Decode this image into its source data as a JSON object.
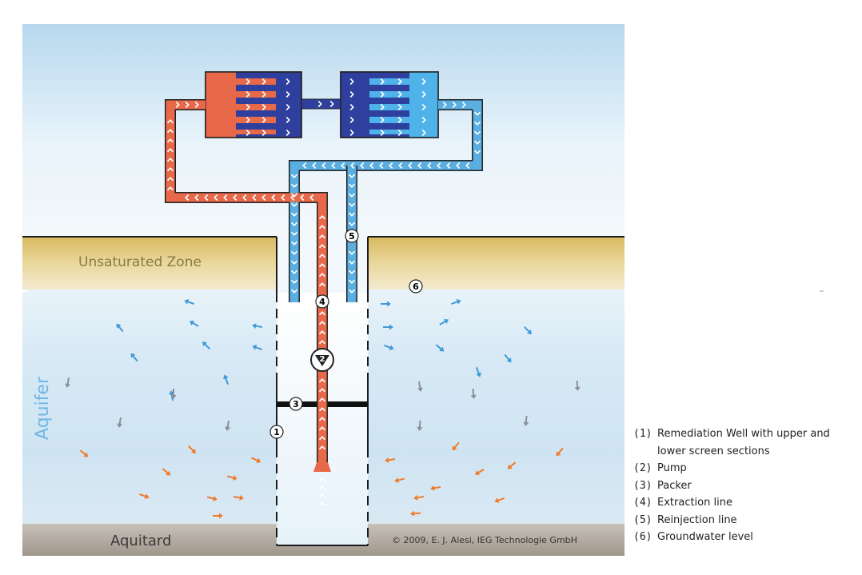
{
  "zones": {
    "unsaturated": "Unsaturated Zone",
    "aquifer": "Aquifer",
    "aquitard": "Aquitard"
  },
  "copyright": "© 2009, E. J. Alesi, IEG Technologie GmbH",
  "markers": [
    "1",
    "2",
    "3",
    "4",
    "5",
    "6"
  ],
  "legend": [
    {
      "num": "(1)",
      "text": "Remediation Well with upper and lower screen sections"
    },
    {
      "num": "(2)",
      "text": "Pump"
    },
    {
      "num": "(3)",
      "text": "Packer"
    },
    {
      "num": "(4)",
      "text": "Extraction line"
    },
    {
      "num": "(5)",
      "text": "Reinjection line"
    },
    {
      "num": "(6)",
      "text": "Groundwater level"
    }
  ],
  "colors": {
    "extraction": "#e8694a",
    "reinjection": "#5aaee0",
    "exchanger_dark": "#2e3f9e",
    "exchanger_light": "#4fb3ea",
    "unsaturated_zone": "#e2c97a",
    "aquitard": "#b8b0a6",
    "sky": "#bcdcf0",
    "arrow_blue": "#3f9ad8",
    "arrow_orange": "#f07a2a",
    "arrow_gray": "#8a8f97"
  }
}
